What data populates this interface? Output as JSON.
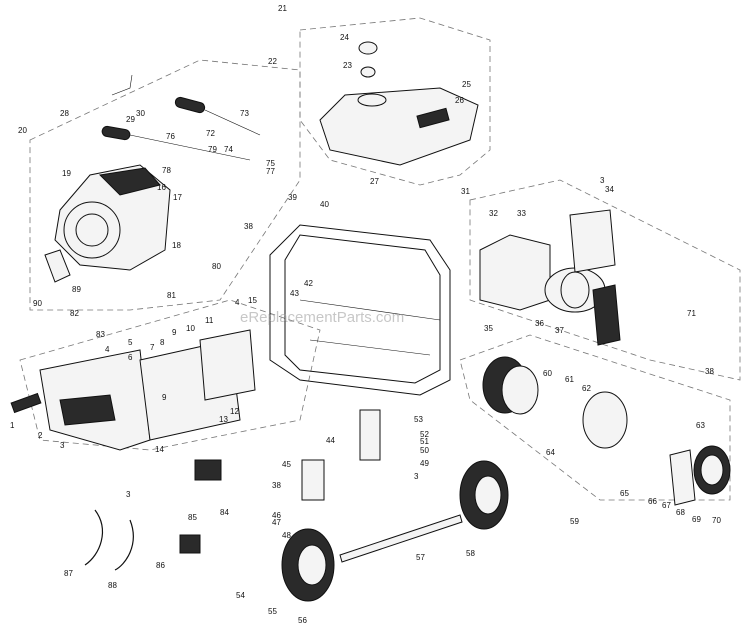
{
  "watermark": "eReplacementParts.com",
  "callouts": [
    "1",
    "2",
    "3",
    "3",
    "3",
    "3",
    "4",
    "4",
    "5",
    "6",
    "7",
    "8",
    "9",
    "9",
    "10",
    "11",
    "12",
    "13",
    "14",
    "15",
    "16",
    "17",
    "18",
    "19",
    "20",
    "21",
    "22",
    "23",
    "24",
    "25",
    "26",
    "27",
    "28",
    "29",
    "30",
    "31",
    "32",
    "33",
    "34",
    "35",
    "36",
    "37",
    "38",
    "38",
    "38",
    "39",
    "40",
    "42",
    "43",
    "44",
    "45",
    "46",
    "47",
    "48",
    "49",
    "50",
    "51",
    "52",
    "53",
    "54",
    "55",
    "56",
    "57",
    "58",
    "59",
    "60",
    "61",
    "62",
    "63",
    "64",
    "65",
    "66",
    "67",
    "68",
    "69",
    "70",
    "71",
    "72",
    "73",
    "74",
    "75",
    "76",
    "77",
    "78",
    "79",
    "80",
    "81",
    "82",
    "83",
    "84",
    "85",
    "86",
    "87",
    "88",
    "89",
    "90"
  ],
  "callout_positions_note": ""
}
